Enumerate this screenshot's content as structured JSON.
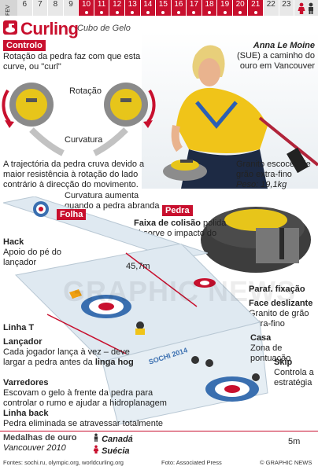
{
  "calendar": {
    "month": "FEV",
    "days": [
      "6",
      "7",
      "8",
      "9",
      "10",
      "11",
      "12",
      "13",
      "14",
      "15",
      "16",
      "17",
      "18",
      "19",
      "20",
      "21",
      "22",
      "23"
    ],
    "active_days": [
      "10",
      "11",
      "12",
      "13",
      "14",
      "15",
      "16",
      "17",
      "18",
      "19",
      "20",
      "21"
    ]
  },
  "header": {
    "title": "Curling",
    "subtitle": "Cubo de Gelo"
  },
  "athlete": {
    "name": "Anna Le Moine",
    "info": "(SUE) a caminho do ouro em Vancouver"
  },
  "controlo": {
    "tag": "Controlo",
    "text": "Rotação da pedra faz com que esta curve, ou \"curl\"",
    "rotation_label": "Rotação",
    "curvature_label": "Curvatura",
    "desc1": "A trajectória da pedra cruva devido a maior resistência à rotação do lado contrário à direcção do movimento.",
    "desc2": "Curvatura aumenta quando a pedra abranda"
  },
  "stone": {
    "desc": "Granito escocês de grão extra-fino",
    "weight": "Peso: 19,1kg",
    "tag": "Pedra",
    "band_label": "Faixa de colisão",
    "band_text": "polida absorve o impacto do choque",
    "bolt": "Paraf. fixação",
    "face_label": "Face deslizante",
    "face_text": "Granito de grão extra-fino"
  },
  "sheet": {
    "tag": "Folha",
    "length": "45,7m",
    "width": "5m",
    "watermark": "GRAPHIC NEWS"
  },
  "labels": {
    "hack_title": "Hack",
    "hack_text": "Apoio do pé do lançador",
    "linha_t": "Linha T",
    "lancador_title": "Lançador",
    "lancador_text_a": "Cada jogador lança à vez – deve largar a pedra antes da ",
    "lancador_text_b": "linga hog",
    "varredores_title": "Varredores",
    "varredores_text": "Escovam o gelo à frente da pedra para controlar o rumo e ajudar a hidroplanagem",
    "linha_back_title": "Linha back",
    "linha_back_text": "Pedra eliminada se atravessar totalmente",
    "casa_title": "Casa",
    "casa_text": "Zona de pontuação",
    "skip_title": "Skip",
    "skip_text": "Controla a estratégia",
    "ice_logo": "SOCHI 2014"
  },
  "medals": {
    "title": "Medalhas de ouro",
    "subtitle": "Vancouver 2010",
    "men": "Canadá",
    "women": "Suécia"
  },
  "footer": {
    "sources": "Fontes: sochi.ru, olympic.org, worldcurling.org",
    "photo": "Foto: Associated Press",
    "credit": "© GRAPHIC NEWS"
  },
  "colors": {
    "accent": "#c8102e",
    "ice": "#dfe9f1",
    "house_blue": "#3a6fb0",
    "stone_grey": "#6b6b6b",
    "handle_yellow": "#e7c51a"
  }
}
